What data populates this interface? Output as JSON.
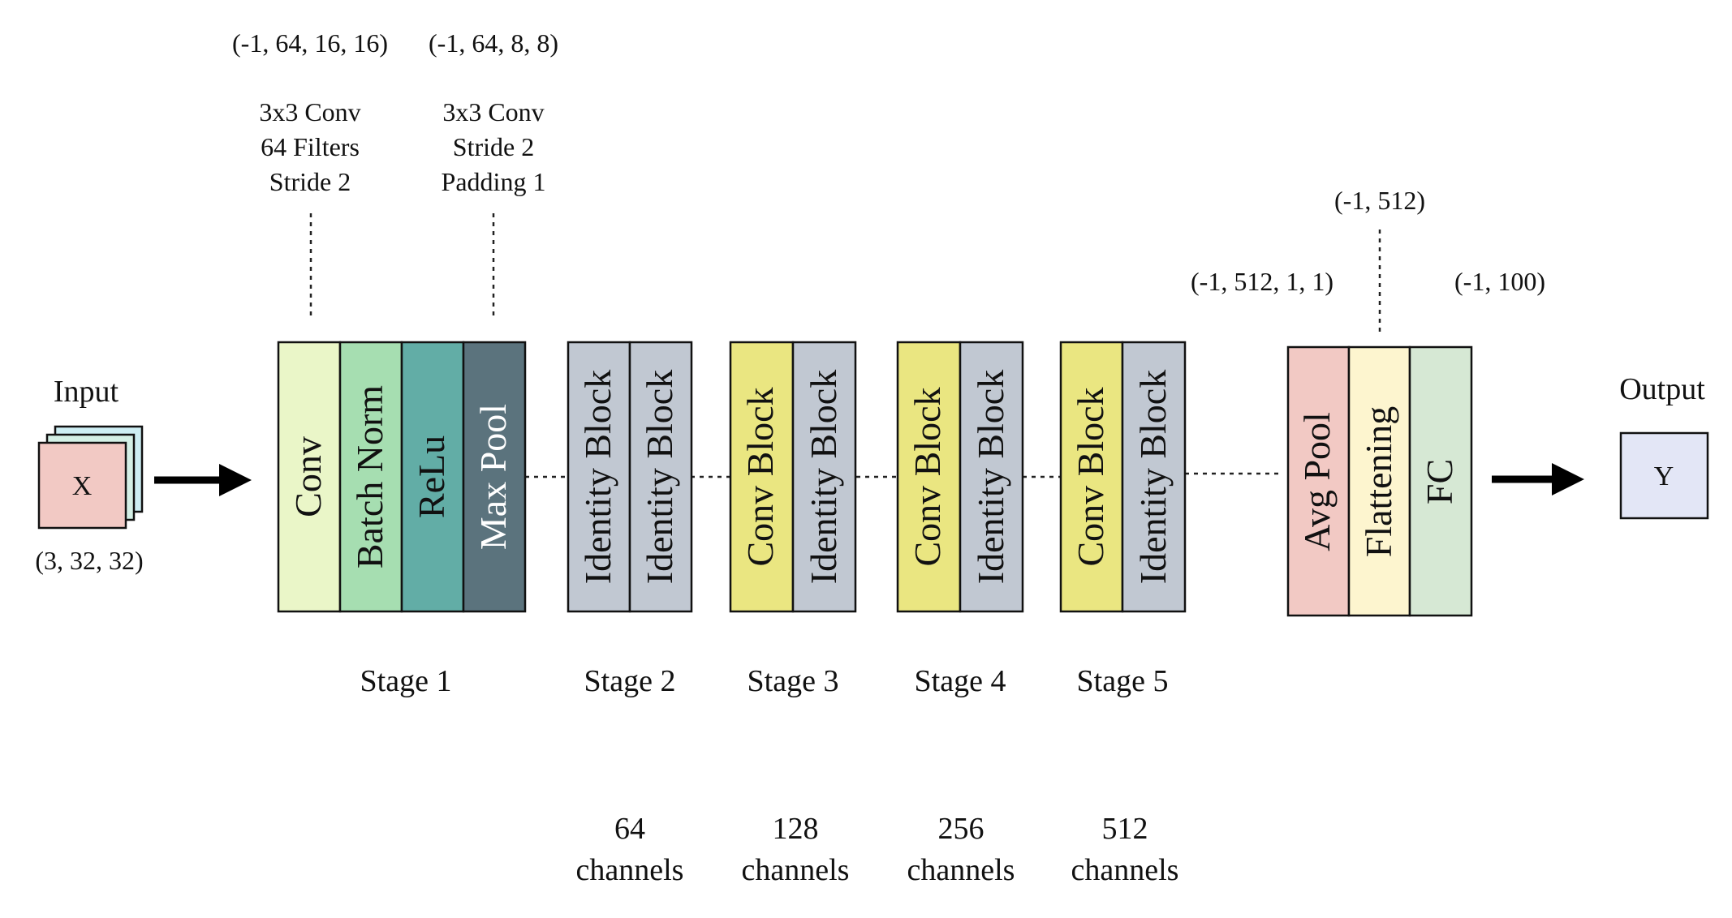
{
  "input": {
    "label": "Input",
    "symbol": "X",
    "shape": "(3, 32, 32)",
    "colors": {
      "front": "#f2c9c4",
      "mid": "#d4f0e6",
      "back": "#cdeef3"
    }
  },
  "output": {
    "label": "Output",
    "symbol": "Y",
    "color": "#e3e6f6"
  },
  "stage1": {
    "shape_conv": "(-1, 64, 16, 16)",
    "shape_pool": "(-1, 64, 8, 8)",
    "conv_params": [
      "3x3 Conv",
      "64 Filters",
      "Stride 2"
    ],
    "pool_params": [
      "3x3 Conv",
      "Stride 2",
      "Padding 1"
    ],
    "blocks": [
      {
        "label": "Conv",
        "color": "#eaf6c8",
        "text_color": "#111111"
      },
      {
        "label": "Batch Norm",
        "color": "#a6deb1",
        "text_color": "#111111"
      },
      {
        "label": "ReLu",
        "color": "#62ada6",
        "text_color": "#111111"
      },
      {
        "label": "Max Pool",
        "color": "#5b737d",
        "text_color": "#ffffff"
      }
    ]
  },
  "stages": [
    {
      "title": "Stage 1"
    },
    {
      "title": "Stage 2",
      "channels": [
        "64",
        "channels"
      ],
      "blocks": [
        {
          "label": "Identity Block",
          "color": "#c1c8d2"
        },
        {
          "label": "Identity Block",
          "color": "#c1c8d2"
        }
      ]
    },
    {
      "title": "Stage 3",
      "channels": [
        "128",
        "channels"
      ],
      "blocks": [
        {
          "label": "Conv Block",
          "color": "#eae681"
        },
        {
          "label": "Identity Block",
          "color": "#c1c8d2"
        }
      ]
    },
    {
      "title": "Stage 4",
      "channels": [
        "256",
        "channels"
      ],
      "blocks": [
        {
          "label": "Conv Block",
          "color": "#eae681"
        },
        {
          "label": "Identity Block",
          "color": "#c1c8d2"
        }
      ]
    },
    {
      "title": "Stage 5",
      "channels": [
        "512",
        "channels"
      ],
      "blocks": [
        {
          "label": "Conv Block",
          "color": "#eae681"
        },
        {
          "label": "Identity Block",
          "color": "#c1c8d2"
        }
      ]
    }
  ],
  "head": {
    "shape_pool": "(-1, 512, 1, 1)",
    "shape_flatten": "(-1, 512)",
    "shape_fc": "(-1, 100)",
    "blocks": [
      {
        "label": "Avg Pool",
        "color": "#f2c9c4"
      },
      {
        "label": "Flattening",
        "color": "#fdf5cf"
      },
      {
        "label": "FC",
        "color": "#d6e8d4"
      }
    ]
  }
}
